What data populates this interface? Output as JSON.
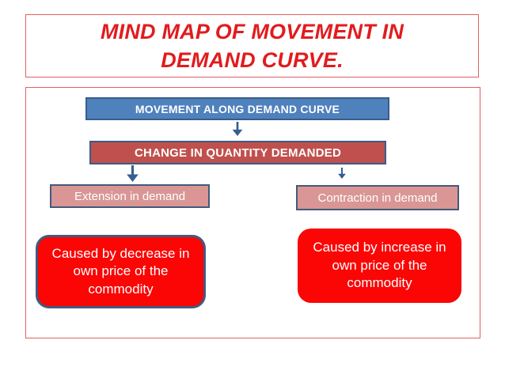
{
  "title": "MIND MAP OF MOVEMENT IN DEMAND CURVE.",
  "diagram": {
    "root": "MOVEMENT ALONG DEMAND CURVE",
    "child": "CHANGE IN QUANTITY DEMANDED",
    "branches": {
      "left": "Extension in demand",
      "right": "Contraction in demand"
    },
    "causes": {
      "left": "Caused by decrease in own price of the commodity",
      "right": "Caused by increase in own price of the commodity"
    }
  },
  "colors": {
    "title_red": "#e21b1e",
    "frame_border": "#e0605f",
    "root_fill": "#4f81bd",
    "child_fill": "#c0504d",
    "branch_fill": "#d99694",
    "cause_fill": "#fb0505",
    "node_border": "#385d8a",
    "arrow": "#365f91",
    "node_text": "#ffffff"
  }
}
